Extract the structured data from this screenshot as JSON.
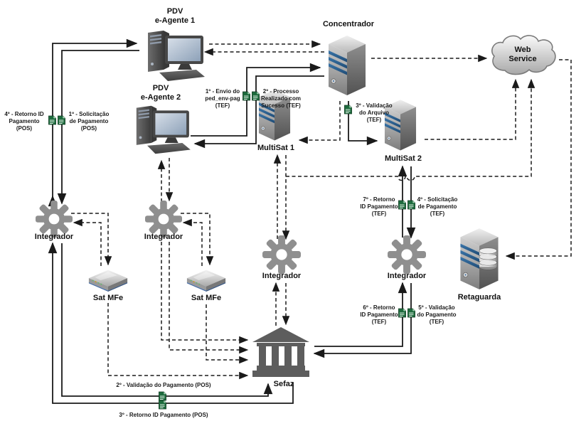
{
  "nodes": {
    "pdv1": {
      "label": "PDV\ne-Agente 1"
    },
    "pdv2": {
      "label": "PDV\ne-Agente 2"
    },
    "concentrador": {
      "label": "Concentrador"
    },
    "web_service": {
      "label": "Web\nService"
    },
    "multisat1": {
      "label": "MultiSat 1"
    },
    "multisat2": {
      "label": "MultiSat 2"
    },
    "integrador1": {
      "label": "Integrador"
    },
    "integrador2": {
      "label": "Integrador"
    },
    "integrador3": {
      "label": "Integrador"
    },
    "integrador4": {
      "label": "Integrador"
    },
    "satmfe1": {
      "label": "Sat MFe"
    },
    "satmfe2": {
      "label": "Sat MFe"
    },
    "sefaz": {
      "label": "Sefaz"
    },
    "retaguarda": {
      "label": "Retaguarda"
    }
  },
  "flow_labels": {
    "pos4": "4º - Retorno ID\nPagamento\n(POS)",
    "pos1": "1º - Solicitação\nde Pagamento\n(POS)",
    "pos2": "2º - Validação do Pagamento (POS)",
    "pos3": "3º - Retorno ID Pagamento (POS)",
    "tef1": "1º - Envio do\nped_env-pag\n(TEF)",
    "tef2": "2º - Processo\nRealizado com\nSucesso (TEF)",
    "tef3": "3º - Validação\ndo Arquivo\n(TEF)",
    "tef4": "4º - Solicitação\nde Pagamento\n(TEF)",
    "tef5": "5º - Validação\ndo Pagamento\n(TEF)",
    "tef6": "6º - Retorno\nID Pagamento\n(TEF)",
    "tef7": "7º - Retorno\nID Pagamento\n(TEF)"
  },
  "colors": {
    "line": "#1a1a1a",
    "document_green": "#1e6b3e",
    "server_stripe_blue": "#2f6390",
    "gear_gray": "#8f8f8f",
    "building_gray": "#5d5d5d"
  }
}
